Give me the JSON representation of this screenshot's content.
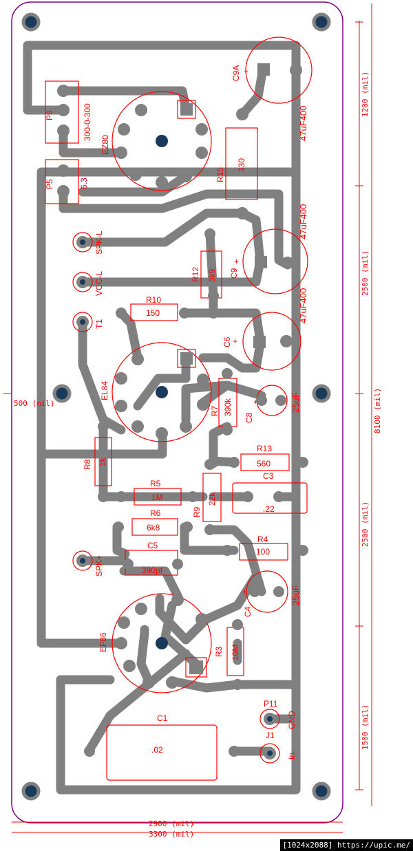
{
  "components": {
    "c9a": {
      "ref": "C9A",
      "value": "47uF400",
      "plus": "+"
    },
    "c9": {
      "ref": "C9",
      "value": "47uF400",
      "plus": "+"
    },
    "c6": {
      "ref": "C6",
      "value": "47uF400",
      "plus": "+"
    },
    "c8": {
      "ref": "C8",
      "value": "25uF",
      "plus": "+"
    },
    "c4": {
      "ref": "C4",
      "value": "25uF",
      "plus": "+"
    },
    "c3": {
      "ref": "C3",
      "value": ".22"
    },
    "c5": {
      "ref": "C5",
      "value": "390pf"
    },
    "c1": {
      "ref": "C1",
      "value": ".02"
    },
    "r15": {
      "ref": "R15",
      "value": "330"
    },
    "r12": {
      "ref": "R12",
      "value": "3k9"
    },
    "r10": {
      "ref": "R10",
      "value": "150"
    },
    "r7": {
      "ref": "R7",
      "value": "390k"
    },
    "r13": {
      "ref": "R13",
      "value": "560"
    },
    "r8": {
      "ref": "R8",
      "value": "1k"
    },
    "r5": {
      "ref": "R5",
      "value": "1M"
    },
    "r6": {
      "ref": "R6",
      "value": "6k8"
    },
    "r9": {
      "ref": "R9",
      "value": "22k"
    },
    "r4": {
      "ref": "R4",
      "value": "100"
    },
    "r3": {
      "ref": "R3",
      "value": "10M"
    },
    "p6": {
      "ref": "P6",
      "value": "300-0-300"
    },
    "p5": {
      "ref": "P5",
      "value": "6.3"
    },
    "p11": {
      "ref": "P11",
      "value": "GND"
    },
    "j1": {
      "ref": "J1",
      "value": "In"
    },
    "ez80": {
      "ref": "EZ80"
    },
    "el84": {
      "ref": "EL84"
    },
    "ef86": {
      "ref": "EF86"
    },
    "spk_l": {
      "label": "SPK-L"
    },
    "vcc_l": {
      "label": "VCC-L"
    },
    "t1": {
      "label": "T1"
    },
    "spk_p": {
      "label": "SPK+"
    }
  },
  "dimensions": {
    "d1200": "1200 (mil)",
    "d2500a": "2500 (mil)",
    "d8100": "8100 (mil)",
    "d2500b": "2500 (mil)",
    "d1500": "1500 (mil)",
    "d500": "500 (mil)",
    "d2900": "2900 (mil)",
    "d3300": "3300 (mil)"
  },
  "footer": "[1024x2088] https://upic.me/",
  "colors": {
    "copper": "#808080",
    "silk": "#ff0000",
    "outline": "#800080",
    "hole": "#1a3a5c"
  }
}
